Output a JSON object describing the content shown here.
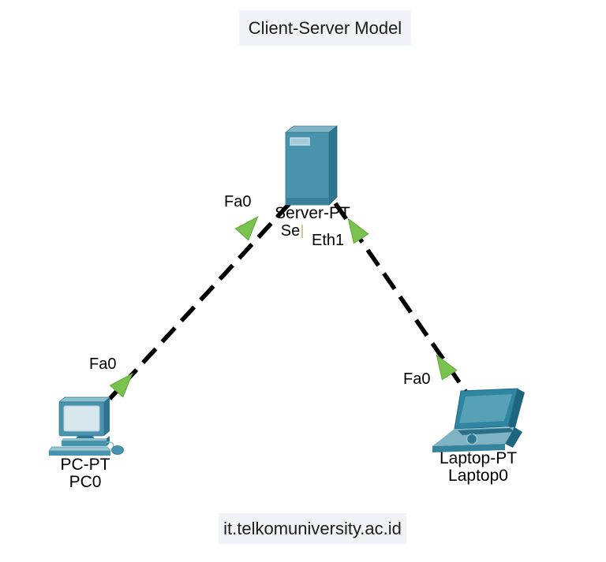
{
  "title": {
    "text": "Client-Server Model"
  },
  "footer": {
    "text": "it.telkomuniversity.ac.id"
  },
  "devices": {
    "server": {
      "model": "Server-PT",
      "name": "Se",
      "name_editing": true
    },
    "pc": {
      "model": "PC-PT",
      "name": "PC0"
    },
    "laptop": {
      "model": "Laptop-PT",
      "name": "Laptop0"
    }
  },
  "links": [
    {
      "from_device": "server",
      "from_port": "Fa0",
      "to_device": "pc",
      "to_port": "Fa0",
      "style": "dashed",
      "status": "up"
    },
    {
      "from_device": "server",
      "from_port": "Eth1",
      "to_device": "laptop",
      "to_port": "Fa0",
      "style": "dashed",
      "status": "up"
    }
  ],
  "colors": {
    "background": "#ffffff",
    "note_box_bg": "#f2f2f9",
    "text": "#1b1b1b",
    "link_line": "#000000",
    "status_up_arrow": "#79c24e",
    "device_teal": "#4a93ac",
    "device_teal_dark": "#2e7690",
    "device_teal_light": "#8fc0d0",
    "screen_light": "#d8e7ee"
  }
}
